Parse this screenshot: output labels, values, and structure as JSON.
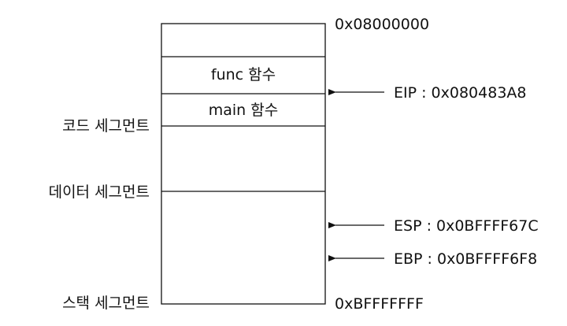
{
  "addresses": {
    "top": "0x08000000",
    "bottom": "0xBFFFFFFF"
  },
  "blocks": {
    "func": "func 함수",
    "main": "main 함수"
  },
  "segments": {
    "code": "코드 세그먼트",
    "data": "데이터 세그먼트",
    "stack": "스택 세그먼트"
  },
  "registers": {
    "eip": "EIP : 0x080483A8",
    "esp": "ESP : 0x0BFFFF67C",
    "ebp": "EBP : 0x0BFFFF6F8"
  }
}
